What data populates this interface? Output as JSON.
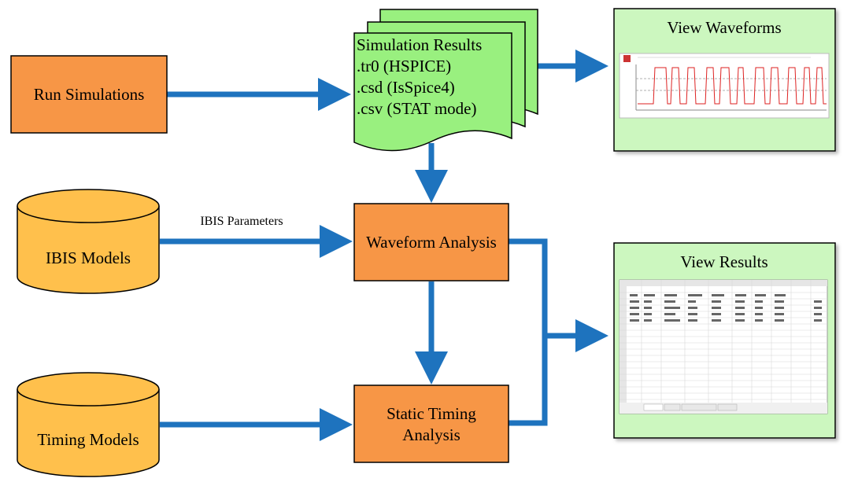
{
  "nodes": {
    "run_simulations": "Run Simulations",
    "sim_results": {
      "title": "Simulation Results",
      "lines": [
        ".tr0 (HSPICE)",
        ".csd (IsSpice4)",
        ".csv (STAT mode)"
      ]
    },
    "view_waveforms": "View Waveforms",
    "ibis_models": "IBIS Models",
    "waveform_analysis": "Waveform Analysis",
    "view_results": "View Results",
    "timing_models": "Timing Models",
    "static_timing_lines": [
      "Static Timing",
      "Analysis"
    ]
  },
  "edge_labels": {
    "ibis_parameters": "IBIS Parameters"
  },
  "colors": {
    "process_fill": "#f79646",
    "database_fill": "#ffc04c",
    "document_fill": "#99f07f",
    "view_fill": "#ccf7bf",
    "arrow": "#1e73be"
  }
}
